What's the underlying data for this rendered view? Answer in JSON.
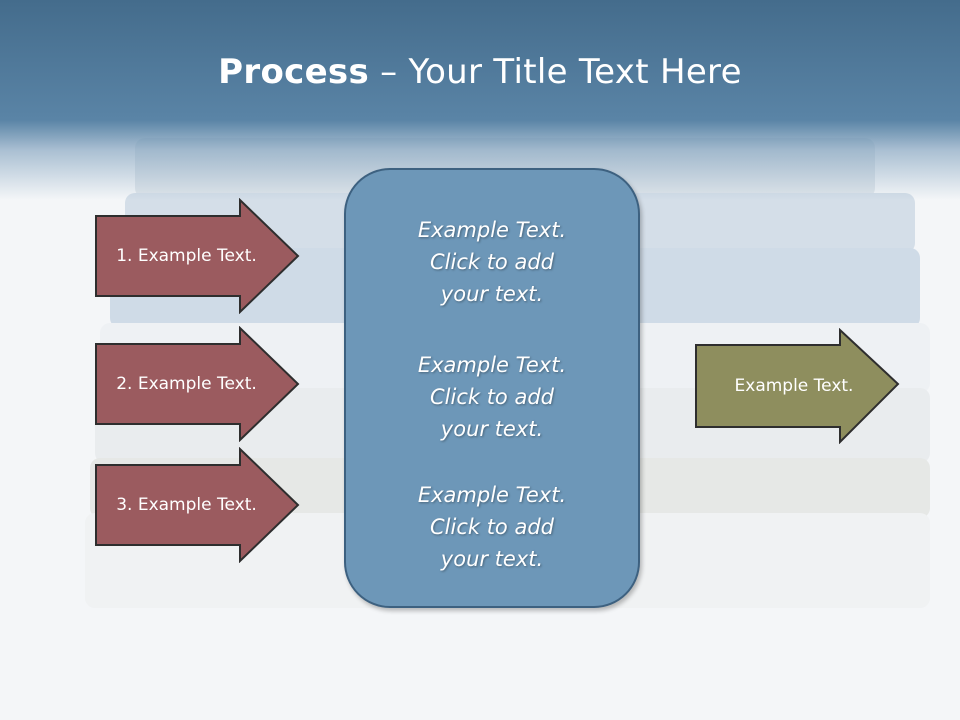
{
  "title": {
    "bold": "Process",
    "rest": " – Your Title Text Here"
  },
  "steps": [
    {
      "label": "1. Example Text."
    },
    {
      "label": "2. Example Text."
    },
    {
      "label": "3. Example Text."
    }
  ],
  "panel": {
    "blocks": [
      {
        "line1": "Example Text.",
        "line2": "Click  to add",
        "line3": "your text."
      },
      {
        "line1": "Example Text.",
        "line2": "Click  to add",
        "line3": "your text."
      },
      {
        "line1": "Example Text.",
        "line2": "Click  to add",
        "line3": "your text."
      }
    ]
  },
  "output": {
    "label": "Example Text."
  },
  "colors": {
    "header": "#4f7899",
    "step_arrow": "#9b5b5f",
    "panel": "#6d97b8",
    "output_arrow": "#8e8e5e"
  }
}
